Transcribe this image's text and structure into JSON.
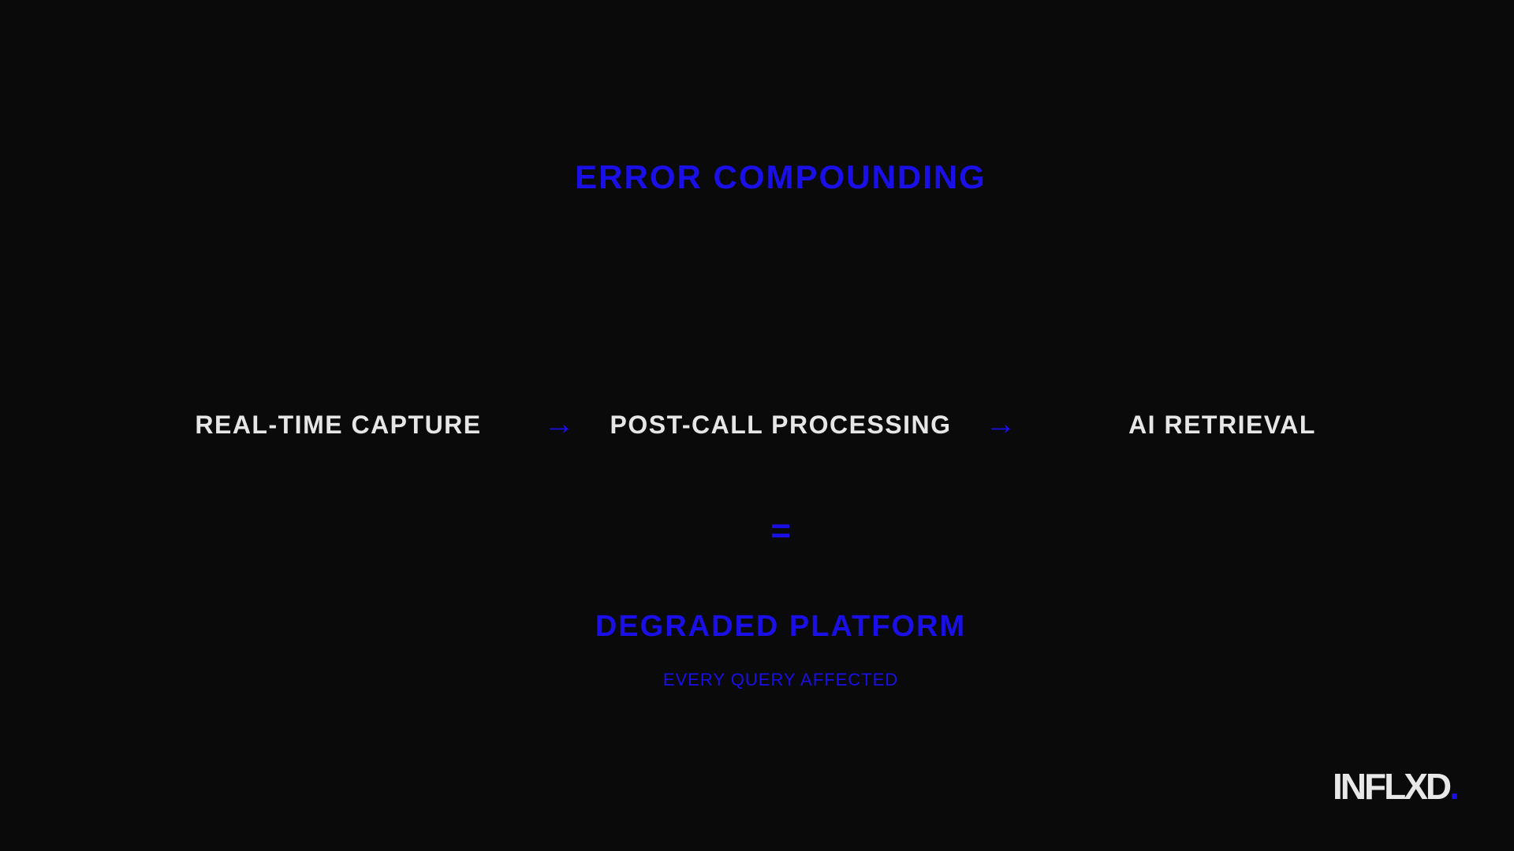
{
  "title": "ERROR COMPOUNDING",
  "steps": [
    {
      "label": "REAL-TIME CAPTURE"
    },
    {
      "label": "POST-CALL PROCESSING"
    },
    {
      "label": "AI RETRIEVAL"
    }
  ],
  "arrow_glyph": "→",
  "equals_glyph": "=",
  "result": {
    "title": "DEGRADED PLATFORM",
    "subtitle": "EVERY QUERY AFFECTED"
  },
  "logo": {
    "text": "INFLXD",
    "dot": "."
  },
  "colors": {
    "accent": "#1a0fe6",
    "text": "#e6e6e6",
    "background": "#0a0a0b"
  }
}
